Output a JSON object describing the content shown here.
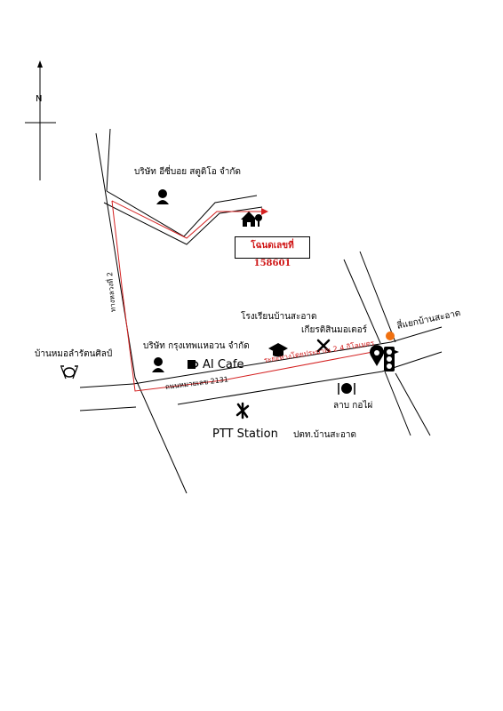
{
  "compass": {
    "north_label": "N"
  },
  "lot_badge": "โฉนดเลขที่ 158601",
  "roads": {
    "road_2131": "ถนนหมายเลข 2131",
    "left_road": "ทางหลวงที่ 2",
    "distance_note": "ระยะทางโดยประมาณ 2.4 กิโลเมตร"
  },
  "places": {
    "company_top": "บริษัท อีซี่บอย สตูดิโอ จำกัด",
    "school": "โรงเรียนบ้านสะอาด",
    "tractor": "เกียรติสินมอเตอร์",
    "junction": "สี่แยกบ้านสะอาด",
    "company_mid": "บริษัท กรุงเทพแหอวน จำกัด",
    "cafe": "AI Cafe",
    "village": "บ้านหมอลำรัตนศิลป์",
    "restaurant": "ลาบ กอไผ่",
    "ptt": "PTT Station",
    "ptt_sub": "ปตท.บ้านสะอาด"
  },
  "colors": {
    "route": "#d42020",
    "pin": "#f07010",
    "road": "#000000"
  },
  "icons": [
    "person-icon",
    "house-icon",
    "graduation-cap-icon",
    "tools-icon",
    "traffic-light-icon",
    "location-pin-icon",
    "coffee-cup-icon",
    "drum-icon",
    "restaurant-icon",
    "gas-station-icon"
  ]
}
